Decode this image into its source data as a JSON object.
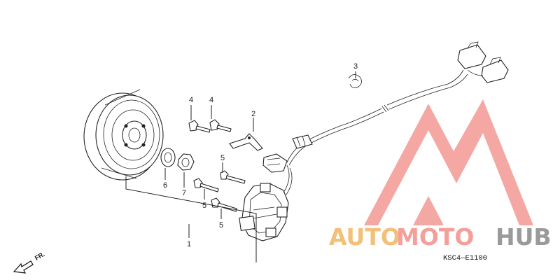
{
  "callouts": {
    "c1": "1",
    "c2": "2",
    "c3": "3",
    "c4a": "4",
    "c4b": "4",
    "c5a": "5",
    "c5b": "5",
    "c5c": "5",
    "c6": "6",
    "c7": "7"
  },
  "direction_label": "FR.",
  "diagram_code": "KSC4—E1100",
  "watermark": {
    "part1": "AUTO",
    "part2": "MOTO",
    "part3": "HUB"
  },
  "colors": {
    "wm_auto": "#f2c078",
    "wm_moto": "#f4a09a",
    "wm_hub": "#9a9a9a",
    "wm_logo": "#f07f78",
    "line": "#222222"
  }
}
